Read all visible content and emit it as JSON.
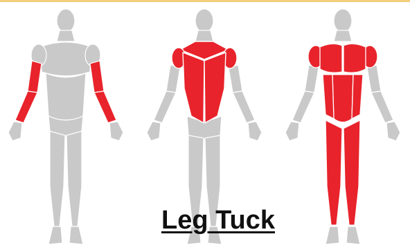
{
  "title": "Leg Tuck",
  "colors": {
    "body": "#c9c9c9",
    "body_line": "#ffffff",
    "highlight": "#e8232b",
    "accent_line": "#f3cf7a",
    "title": "#111111"
  },
  "figures": [
    {
      "view": "front",
      "highlighted": [
        "biceps",
        "forearms"
      ]
    },
    {
      "view": "back",
      "highlighted": [
        "trapezius",
        "latissimus-dorsi",
        "rear-deltoids"
      ]
    },
    {
      "view": "front",
      "highlighted": [
        "deltoids",
        "chest",
        "abdominals",
        "obliques",
        "quadriceps",
        "adductors"
      ]
    }
  ]
}
